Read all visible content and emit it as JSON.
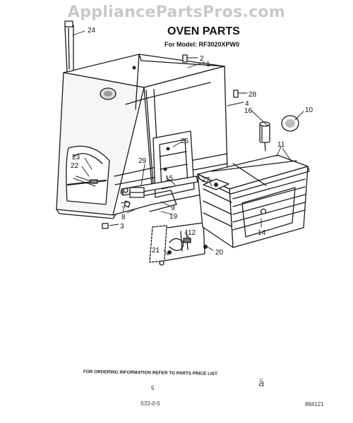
{
  "watermark": "AppliancePartsPros.com",
  "title": "OVEN PARTS",
  "subtitle": "For Model: RF3020XPW0",
  "footer_note": "FOR ORDERING INFORMATION REFER TO PARTS PRICE LIST",
  "page_number": "5",
  "code_left": "533-0-5",
  "code_right": "884121",
  "mark": "ä",
  "callouts": {
    "c24": "24",
    "c2": "2",
    "c1": "1",
    "c28": "28",
    "c4": "4",
    "c16": "16",
    "c10": "10",
    "c11": "11",
    "c25": "25",
    "c29": "29",
    "c15": "15",
    "c23": "23",
    "c22": "22",
    "c27": "27",
    "c6": "6",
    "c7": "7",
    "c8": "8",
    "c3": "3",
    "c9": "9",
    "c19": "19",
    "c14": "14",
    "c12": "12",
    "c21": "21",
    "c20": "20"
  }
}
